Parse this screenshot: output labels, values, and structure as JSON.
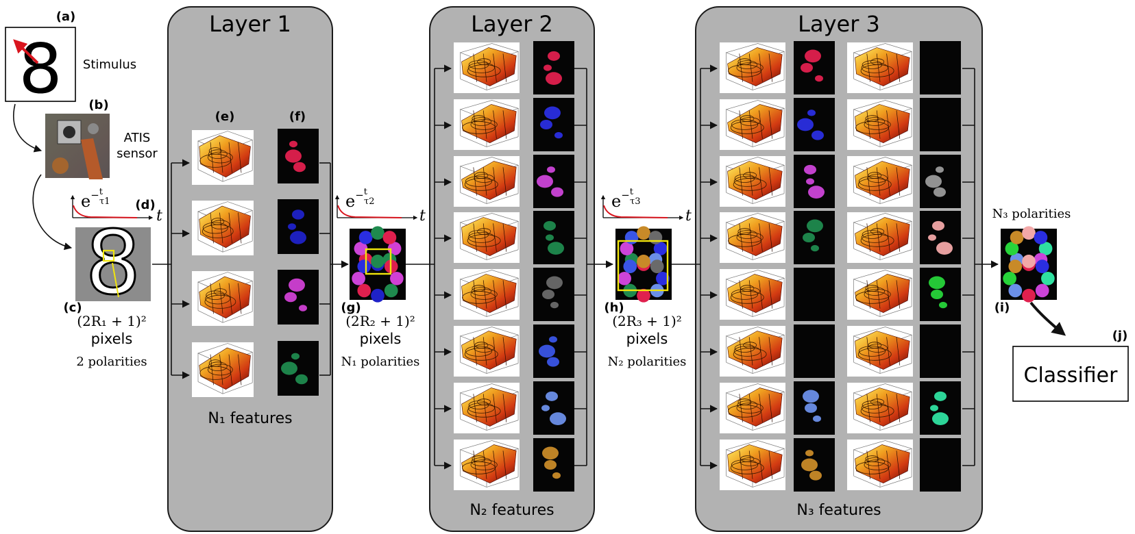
{
  "labels": {
    "a": "(a)",
    "b": "(b)",
    "c": "(c)",
    "d": "(d)",
    "e": "(e)",
    "f": "(f)",
    "g": "(g)",
    "h": "(h)",
    "i": "(i)",
    "j": "(j)"
  },
  "stimulus": {
    "digit": "8",
    "label": "Stimulus"
  },
  "sensor": {
    "line1": "ATIS",
    "line2": "sensor"
  },
  "decay": {
    "formula1": "e^{-t/τ₁}",
    "formula2": "e^{-t/τ₂}",
    "formula3": "e^{-t/τ₃}",
    "t": "t",
    "tau1": "τ1",
    "tau2": "τ2",
    "tau3": "τ3"
  },
  "stage_c": {
    "formula": "(2R₁ + 1)²",
    "pixels": "pixels",
    "polarities": "2 polarities"
  },
  "stage_g": {
    "formula": "(2R₂ + 1)²",
    "pixels": "pixels",
    "polarities": "N₁ polarities"
  },
  "stage_h": {
    "formula": "(2R₃ + 1)²",
    "pixels": "pixels",
    "polarities": "N₂ polarities"
  },
  "stage_i": {
    "polarities": "N₃ polarities"
  },
  "layers": [
    {
      "title": "Layer 1",
      "features": "N₁ features",
      "count": 4
    },
    {
      "title": "Layer 2",
      "features": "N₂ features",
      "count": 8
    },
    {
      "title": "Layer 3",
      "features": "N₃ features",
      "count": 16
    }
  ],
  "classifier": "Classifier",
  "colors": {
    "panel": "#b2b2b2",
    "arrow_red": "#d9151e",
    "highlight": "#f2e60c",
    "layer1_maps": [
      "#e0204e",
      "#1f22c8",
      "#d040d4",
      "#1f8a4e"
    ],
    "layer2_maps": [
      "#e0204e",
      "#2a2ee0",
      "#cc44d8",
      "#1f8a4e",
      "#6a6a6a",
      "#3a55e6",
      "#6b8fe8",
      "#c88a28"
    ],
    "layer3_maps": [
      "#e0204e",
      "#000000",
      "#2a2ee0",
      "#000000",
      "#cc44d8",
      "#9a9a9a",
      "#1f8a4e",
      "#f2a8a8",
      "#000000",
      "#27d43a",
      "#000000",
      "#000000",
      "#6b8fe8",
      "#2fe0a0",
      "#c88a28",
      "#000000"
    ]
  }
}
